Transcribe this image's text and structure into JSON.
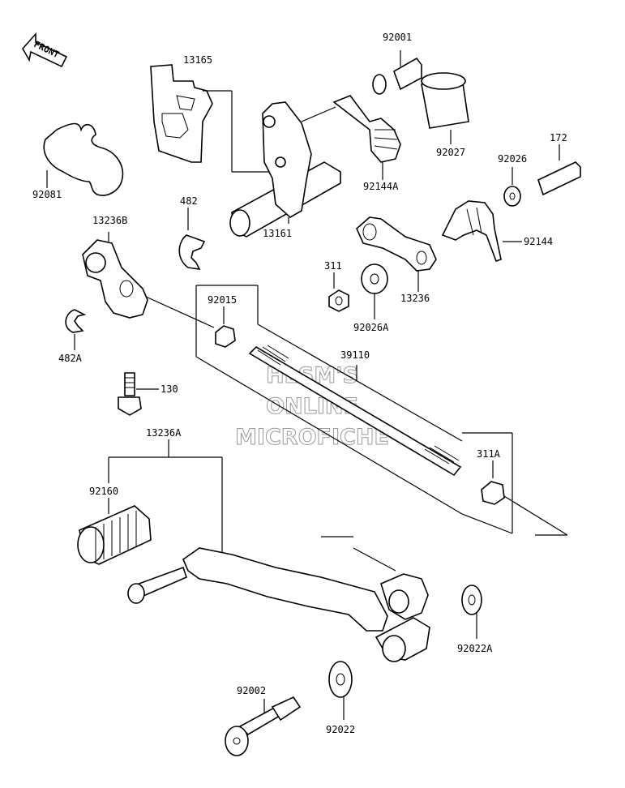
{
  "front_arrow": "FRONT",
  "watermark": [
    "HLSM'S",
    "ONLINE",
    "MICROFICHE"
  ],
  "parts": {
    "p92001": "92001",
    "p13165": "13165",
    "p92027": "92027",
    "p92081": "92081",
    "p92144A": "92144A",
    "p92026": "92026",
    "p172": "172",
    "p482": "482",
    "p13161": "13161",
    "p92144": "92144",
    "p13236B": "13236B",
    "p311": "311",
    "p13236": "13236",
    "p92015": "92015",
    "p92026A": "92026A",
    "p39110": "39110",
    "p482A": "482A",
    "p130": "130",
    "p13236A": "13236A",
    "p311A": "311A",
    "p92160": "92160",
    "p92022A": "92022A",
    "p92002": "92002",
    "p92022": "92022"
  }
}
